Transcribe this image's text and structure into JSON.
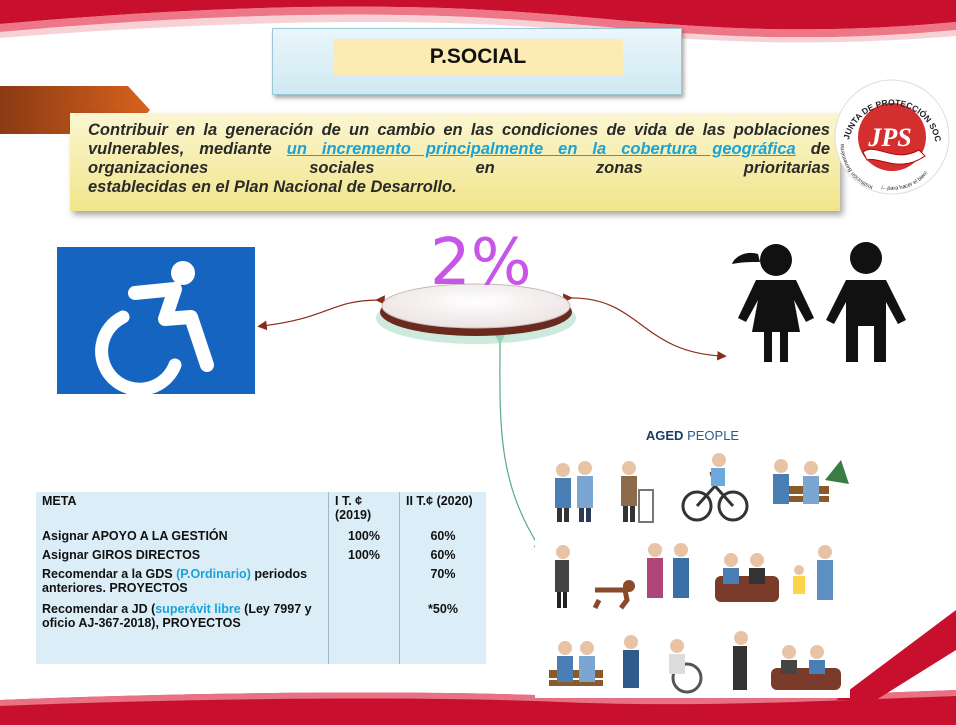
{
  "title": "P.SOCIAL",
  "description": {
    "part1": "Contribuir en la generación de un cambio en las condiciones de vida de las poblaciones vulnerables, mediante ",
    "link": "un incremento principalmente en la cobertura geográfica",
    "part2": " de organizaciones sociales en zonas prioritarias ",
    "part3": "establecidas en el Plan Nacional de Desarrollo."
  },
  "logo": {
    "top_text": "JUNTA DE PROTECCIÓN SOCIAL",
    "mark": "JPS",
    "left_text": "Institución Benemérita",
    "bottom_text": "¡...para hacer el bien!"
  },
  "center_value": "2%",
  "aged": {
    "title_bold": "AGED",
    "title_rest": " PEOPLE"
  },
  "table": {
    "headers": [
      "META",
      "I T. ¢ (2019)",
      "II T.¢ (2020)"
    ],
    "rows": [
      {
        "meta": "Asignar APOYO A LA GESTIÓN",
        "t1": "100%",
        "t2": "60%"
      },
      {
        "meta": "Asignar GIROS DIRECTOS",
        "t1": "100%",
        "t2": "60%"
      },
      {
        "meta_a": "Recomendar a la GDS ",
        "meta_b": "(P.Ordinario)",
        "meta_c": " periodos anteriores. PROYECTOS",
        "t1": "",
        "t2": "70%"
      },
      {
        "meta_a": "Recomendar  a JD (",
        "meta_b": "superávit libre",
        "meta_c": " (Ley 7997 y oficio AJ-367-2018), PROYECTOS",
        "t1": "",
        "t2": "*50%"
      }
    ]
  },
  "colors": {
    "accent_red": "#c8102e",
    "title_fill": "#fcebb3",
    "percent": "#c655e8",
    "link": "#1ba3d6",
    "access_blue": "#1565c0"
  },
  "icons": [
    "accessibility-icon",
    "children-icon",
    "jps-logo",
    "aged-people-illustration"
  ]
}
